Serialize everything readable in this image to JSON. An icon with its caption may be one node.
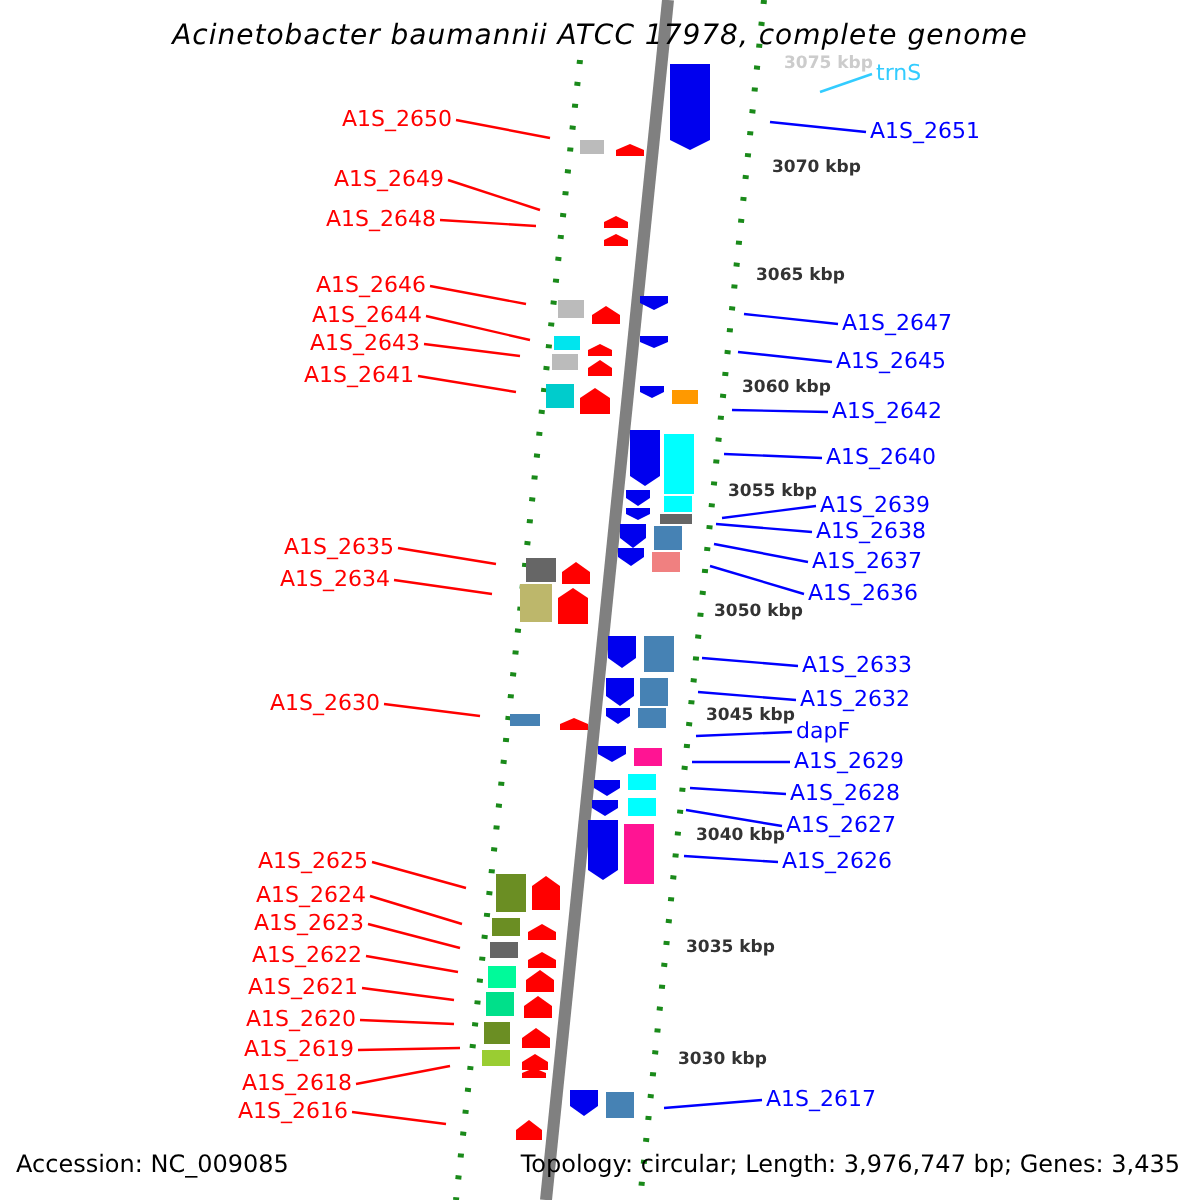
{
  "diagram": {
    "title": "Acinetobacter baumannii ATCC 17978, complete genome",
    "nodes": [
      {
        "text": [
          "trnS"
        ]
      },
      {
        "text": [
          "A1S_2650"
        ]
      },
      {
        "text": [
          "A1S_2651"
        ]
      },
      {
        "text": [
          "A1S_2649"
        ]
      },
      {
        "text": [
          "A1S_2648"
        ]
      },
      {
        "text": [
          "A1S_2646"
        ]
      },
      {
        "text": [
          "A1S_2644"
        ]
      },
      {
        "text": [
          "A1S_2647"
        ]
      },
      {
        "text": [
          "A1S_2643"
        ]
      },
      {
        "text": [
          "A1S_2645"
        ]
      },
      {
        "text": [
          "A1S_2641"
        ]
      },
      {
        "text": [
          "A1S_2642"
        ]
      },
      {
        "text": [
          "A1S_2640"
        ]
      },
      {
        "text": [
          "A1S_2639"
        ]
      },
      {
        "text": [
          "A1S_2638"
        ]
      },
      {
        "text": [
          "A1S_2635"
        ]
      },
      {
        "text": [
          "A1S_2637"
        ]
      },
      {
        "text": [
          "A1S_2634"
        ]
      },
      {
        "text": [
          "A1S_2636"
        ]
      },
      {
        "text": [
          "A1S_2633"
        ]
      },
      {
        "text": [
          "A1S_2632"
        ]
      },
      {
        "text": [
          "A1S_2630"
        ]
      },
      {
        "text": [
          "dapF"
        ]
      },
      {
        "text": [
          "A1S_2629"
        ]
      },
      {
        "text": [
          "A1S_2628"
        ]
      },
      {
        "text": [
          "A1S_2627"
        ]
      },
      {
        "text": [
          "A1S_2625"
        ]
      },
      {
        "text": [
          "A1S_2626"
        ]
      },
      {
        "text": [
          "A1S_2624"
        ]
      },
      {
        "text": [
          "A1S_2623"
        ]
      },
      {
        "text": [
          "A1S_2622"
        ]
      },
      {
        "text": [
          "A1S_2621"
        ]
      },
      {
        "text": [
          "A1S_2620"
        ]
      },
      {
        "text": [
          "A1S_2619"
        ]
      },
      {
        "text": [
          "A1S_2618"
        ]
      },
      {
        "text": [
          "A1S_2616"
        ]
      },
      {
        "text": [
          "A1S_2617"
        ]
      }
    ],
    "edges": [
      {
        "from": 0,
        "to": null,
        "arrow": "none",
        "color": "#33ccff"
      },
      {
        "from": 1,
        "to": null,
        "arrow": "none",
        "color": "#ff0000"
      },
      {
        "from": 2,
        "to": null,
        "arrow": "none",
        "color": "#0000ff"
      },
      {
        "from": 3,
        "to": null,
        "arrow": "none",
        "color": "#ff0000"
      },
      {
        "from": 4,
        "to": null,
        "arrow": "none",
        "color": "#ff0000"
      },
      {
        "from": 5,
        "to": null,
        "arrow": "none",
        "color": "#ff0000"
      },
      {
        "from": 6,
        "to": null,
        "arrow": "none",
        "color": "#ff0000"
      },
      {
        "from": 7,
        "to": null,
        "arrow": "none",
        "color": "#0000ff"
      },
      {
        "from": 8,
        "to": null,
        "arrow": "none",
        "color": "#ff0000"
      },
      {
        "from": 9,
        "to": null,
        "arrow": "none",
        "color": "#0000ff"
      },
      {
        "from": 10,
        "to": null,
        "arrow": "none",
        "color": "#ff0000"
      },
      {
        "from": 11,
        "to": null,
        "arrow": "none",
        "color": "#0000ff"
      },
      {
        "from": 12,
        "to": null,
        "arrow": "none",
        "color": "#0000ff"
      },
      {
        "from": 13,
        "to": null,
        "arrow": "none",
        "color": "#0000ff"
      },
      {
        "from": 14,
        "to": null,
        "arrow": "none",
        "color": "#0000ff"
      },
      {
        "from": 15,
        "to": null,
        "arrow": "none",
        "color": "#ff0000"
      },
      {
        "from": 16,
        "to": null,
        "arrow": "none",
        "color": "#0000ff"
      },
      {
        "from": 17,
        "to": null,
        "arrow": "none",
        "color": "#ff0000"
      },
      {
        "from": 18,
        "to": null,
        "arrow": "none",
        "color": "#0000ff"
      },
      {
        "from": 19,
        "to": null,
        "arrow": "none",
        "color": "#0000ff"
      },
      {
        "from": 20,
        "to": null,
        "arrow": "none",
        "color": "#0000ff"
      },
      {
        "from": 21,
        "to": null,
        "arrow": "none",
        "color": "#ff0000"
      },
      {
        "from": 22,
        "to": null,
        "arrow": "none",
        "color": "#0000ff"
      },
      {
        "from": 23,
        "to": null,
        "arrow": "none",
        "color": "#0000ff"
      },
      {
        "from": 24,
        "to": null,
        "arrow": "none",
        "color": "#0000ff"
      },
      {
        "from": 25,
        "to": null,
        "arrow": "none",
        "color": "#0000ff"
      },
      {
        "from": 26,
        "to": null,
        "arrow": "none",
        "color": "#ff0000"
      },
      {
        "from": 27,
        "to": null,
        "arrow": "none",
        "color": "#0000ff"
      },
      {
        "from": 28,
        "to": null,
        "arrow": "none",
        "color": "#ff0000"
      },
      {
        "from": 29,
        "to": null,
        "arrow": "none",
        "color": "#ff0000"
      },
      {
        "from": 30,
        "to": null,
        "arrow": "none",
        "color": "#ff0000"
      },
      {
        "from": 31,
        "to": null,
        "arrow": "none",
        "color": "#ff0000"
      },
      {
        "from": 32,
        "to": null,
        "arrow": "none",
        "color": "#ff0000"
      },
      {
        "from": 33,
        "to": null,
        "arrow": "none",
        "color": "#ff0000"
      },
      {
        "from": 34,
        "to": null,
        "arrow": "none",
        "color": "#ff0000"
      },
      {
        "from": 35,
        "to": null,
        "arrow": "none",
        "color": "#ff0000"
      },
      {
        "from": 36,
        "to": null,
        "arrow": "none",
        "color": "#0000ff"
      }
    ],
    "labels": [
      "3075 kbp",
      "3070 kbp",
      "3065 kbp",
      "3060 kbp",
      "3055 kbp",
      "3050 kbp",
      "3045 kbp",
      "3040 kbp",
      "3035 kbp",
      "3030 kbp",
      "Accession: NC_009085",
      "Topology: circular; Length: 3,976,747 bp; Genes: 3,435"
    ]
  }
}
